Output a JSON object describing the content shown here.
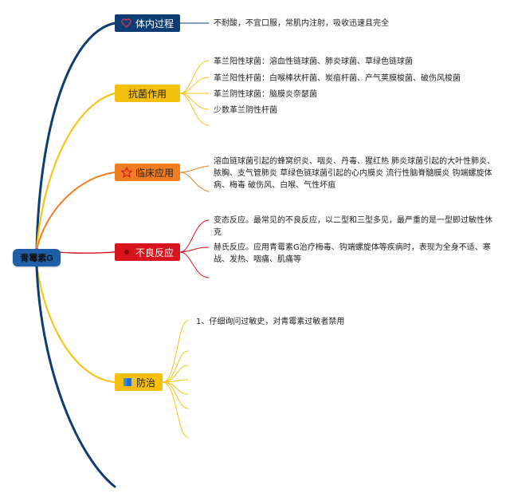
{
  "root": {
    "label": "青霉素G"
  },
  "branches": [
    {
      "label": "体内过程",
      "icon": "heart-outline-icon",
      "leaves": [
        "不耐酸，不宜口服，常肌内注射，吸收迅速且完全"
      ]
    },
    {
      "label": "抗菌作用",
      "icon": "",
      "leaves": [
        "革兰阳性球菌：溶血性链球菌、肺炎球菌、草绿色链球菌",
        "革兰阳性杆菌：白喉棒状杆菌、炭疽杆菌、产气荚膜梭菌、破伤风梭菌",
        "革兰阴性球菌：脑膜炎奈瑟菌",
        "少数革兰阴性杆菌"
      ]
    },
    {
      "label": "临床应用",
      "icon": "star-outline-icon",
      "leaves": [
        "溶血链球菌引起的蜂窝织炎、咽炎、丹毒、猩红热 肺炎球菌引起的大叶性肺炎、脓胸、支气管肺炎 草绿色链球菌引起的心内膜炎 流行性脑脊髓膜炎 钩端螺旋体病、梅毒 破伤风、白喉、气性坏疽"
      ]
    },
    {
      "label": "不良反应",
      "icon": "red-dot-icon",
      "leaves": [
        "变态反应。最常见的不良反应，以二型和三型多见，最严重的是一型即过敏性休克",
        "赫氏反应。应用青霉素G治疗梅毒、钩端螺旋体等疾病时，表现为全身不适、寒战、发热、咽痛、肌痛等"
      ]
    },
    {
      "label": "防治",
      "icon": "flag-icon",
      "leaves": [
        "1、仔细询问过敏史，对青霉素过敏者禁用"
      ]
    }
  ],
  "colors": {
    "root_fill": "#1f5fa8",
    "branch_fills": [
      "#0e3d73",
      "#f5bf0f",
      "#f07e20",
      "#d9141e",
      "#f5bf0f"
    ],
    "branch_text": [
      "#ffffff",
      "#222222",
      "#222222",
      "#ffffff",
      "#222222"
    ],
    "edge_colors": [
      "#0e3d73",
      "#f5c518",
      "#f07e20",
      "#d9141e",
      "#f5c518"
    ],
    "spine_bottom": "#0e3d73"
  }
}
